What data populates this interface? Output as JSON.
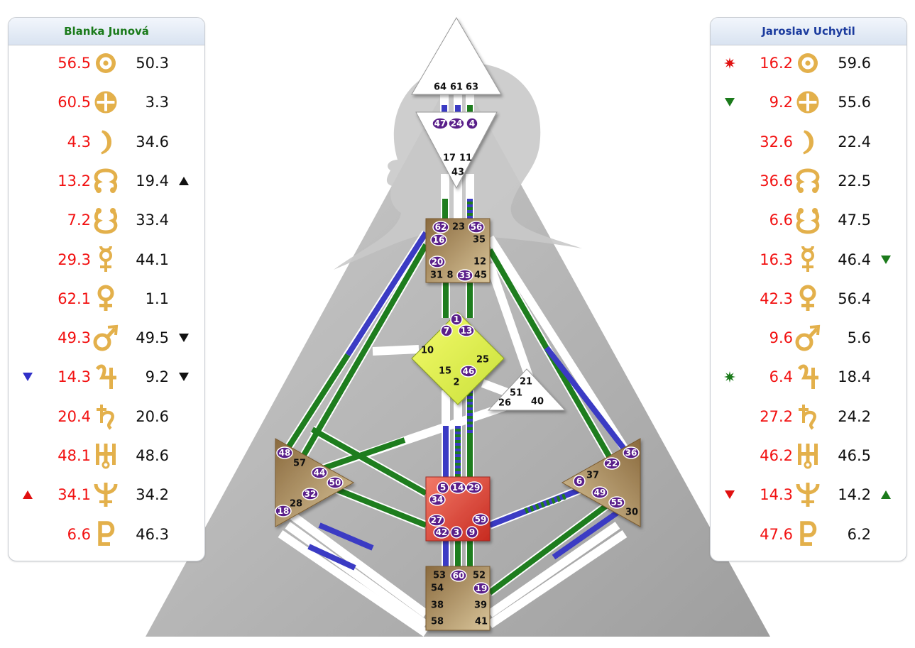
{
  "left_person": {
    "name": "Blanka Junová",
    "rows": [
      {
        "planet": "sun",
        "red": "56.5",
        "black": "50.3",
        "mark": "",
        "mark_left": ""
      },
      {
        "planet": "earth",
        "red": "60.5",
        "black": "3.3",
        "mark": "",
        "mark_left": ""
      },
      {
        "planet": "moon",
        "red": "4.3",
        "black": "34.6",
        "mark": "",
        "mark_left": ""
      },
      {
        "planet": "north-node",
        "red": "13.2",
        "black": "19.4",
        "mark": "up-black",
        "mark_left": ""
      },
      {
        "planet": "south-node",
        "red": "7.2",
        "black": "33.4",
        "mark": "",
        "mark_left": ""
      },
      {
        "planet": "mercury",
        "red": "29.3",
        "black": "44.1",
        "mark": "",
        "mark_left": ""
      },
      {
        "planet": "venus",
        "red": "62.1",
        "black": "1.1",
        "mark": "",
        "mark_left": ""
      },
      {
        "planet": "mars",
        "red": "49.3",
        "black": "49.5",
        "mark": "down-black",
        "mark_left": ""
      },
      {
        "planet": "jupiter",
        "red": "14.3",
        "black": "9.2",
        "mark": "down-black",
        "mark_left": "down-blue"
      },
      {
        "planet": "saturn",
        "red": "20.4",
        "black": "20.6",
        "mark": "",
        "mark_left": ""
      },
      {
        "planet": "uranus",
        "red": "48.1",
        "black": "48.6",
        "mark": "",
        "mark_left": ""
      },
      {
        "planet": "neptune",
        "red": "34.1",
        "black": "34.2",
        "mark": "",
        "mark_left": "up-red"
      },
      {
        "planet": "pluto",
        "red": "6.6",
        "black": "46.3",
        "mark": "",
        "mark_left": ""
      }
    ]
  },
  "right_person": {
    "name": "Jaroslav Uchytil",
    "rows": [
      {
        "planet": "sun",
        "red": "16.2",
        "black": "59.6",
        "mark": "",
        "mark_left": "star-red"
      },
      {
        "planet": "earth",
        "red": "9.2",
        "black": "55.6",
        "mark": "",
        "mark_left": "down-green"
      },
      {
        "planet": "moon",
        "red": "32.6",
        "black": "22.4",
        "mark": "",
        "mark_left": ""
      },
      {
        "planet": "north-node",
        "red": "36.6",
        "black": "22.5",
        "mark": "",
        "mark_left": ""
      },
      {
        "planet": "south-node",
        "red": "6.6",
        "black": "47.5",
        "mark": "",
        "mark_left": ""
      },
      {
        "planet": "mercury",
        "red": "16.3",
        "black": "46.4",
        "mark": "down-green",
        "mark_left": ""
      },
      {
        "planet": "venus",
        "red": "42.3",
        "black": "56.4",
        "mark": "",
        "mark_left": ""
      },
      {
        "planet": "mars",
        "red": "9.6",
        "black": "5.6",
        "mark": "",
        "mark_left": ""
      },
      {
        "planet": "jupiter",
        "red": "6.4",
        "black": "18.4",
        "mark": "",
        "mark_left": "star-green"
      },
      {
        "planet": "saturn",
        "red": "27.2",
        "black": "24.2",
        "mark": "",
        "mark_left": ""
      },
      {
        "planet": "uranus",
        "red": "46.2",
        "black": "46.5",
        "mark": "",
        "mark_left": ""
      },
      {
        "planet": "neptune",
        "red": "14.3",
        "black": "14.2",
        "mark": "up-green",
        "mark_left": "down-red"
      },
      {
        "planet": "pluto",
        "red": "47.6",
        "black": "6.2",
        "mark": "",
        "mark_left": ""
      }
    ]
  },
  "colors": {
    "red_value": "#f21111",
    "black_value": "#111111",
    "glyph_gold": "#e3b04b",
    "channel_green": "#1e7d1e",
    "channel_blue": "#3b3bc4",
    "gate_circle": "#5a1f8a",
    "g_center": "#dff04a",
    "sacral": "#e24a3a",
    "motor_brown": "#a8895d"
  },
  "centers": {
    "head": {
      "gates": [
        "64",
        "61",
        "63"
      ]
    },
    "ajna": {
      "gates": [
        "47",
        "24",
        "4",
        "17",
        "11",
        "43"
      ],
      "circled": [
        "47",
        "24",
        "4"
      ]
    },
    "throat": {
      "gates": [
        "62",
        "23",
        "56",
        "16",
        "35",
        "20",
        "12",
        "31",
        "8",
        "33",
        "45"
      ],
      "circled": [
        "62",
        "56",
        "16",
        "20",
        "33"
      ]
    },
    "g": {
      "gates": [
        "1",
        "7",
        "13",
        "10",
        "25",
        "15",
        "46",
        "2"
      ],
      "circled": [
        "1",
        "7",
        "13",
        "46"
      ]
    },
    "heart": {
      "gates": [
        "21",
        "51",
        "26",
        "40"
      ],
      "circled": []
    },
    "spleen": {
      "gates": [
        "48",
        "57",
        "44",
        "50",
        "32",
        "28",
        "18"
      ],
      "circled": [
        "48",
        "44",
        "50",
        "32",
        "18"
      ]
    },
    "sacral": {
      "gates": [
        "5",
        "14",
        "29",
        "34",
        "27",
        "59",
        "42",
        "3",
        "9"
      ],
      "circled": [
        "5",
        "14",
        "29",
        "34",
        "27",
        "59",
        "42",
        "3",
        "9"
      ]
    },
    "solar": {
      "gates": [
        "36",
        "22",
        "37",
        "6",
        "49",
        "55",
        "30"
      ],
      "circled": [
        "36",
        "22",
        "6",
        "49",
        "55"
      ]
    },
    "root": {
      "gates": [
        "53",
        "60",
        "52",
        "54",
        "19",
        "38",
        "39",
        "58",
        "41"
      ],
      "circled": [
        "60",
        "19"
      ]
    }
  }
}
